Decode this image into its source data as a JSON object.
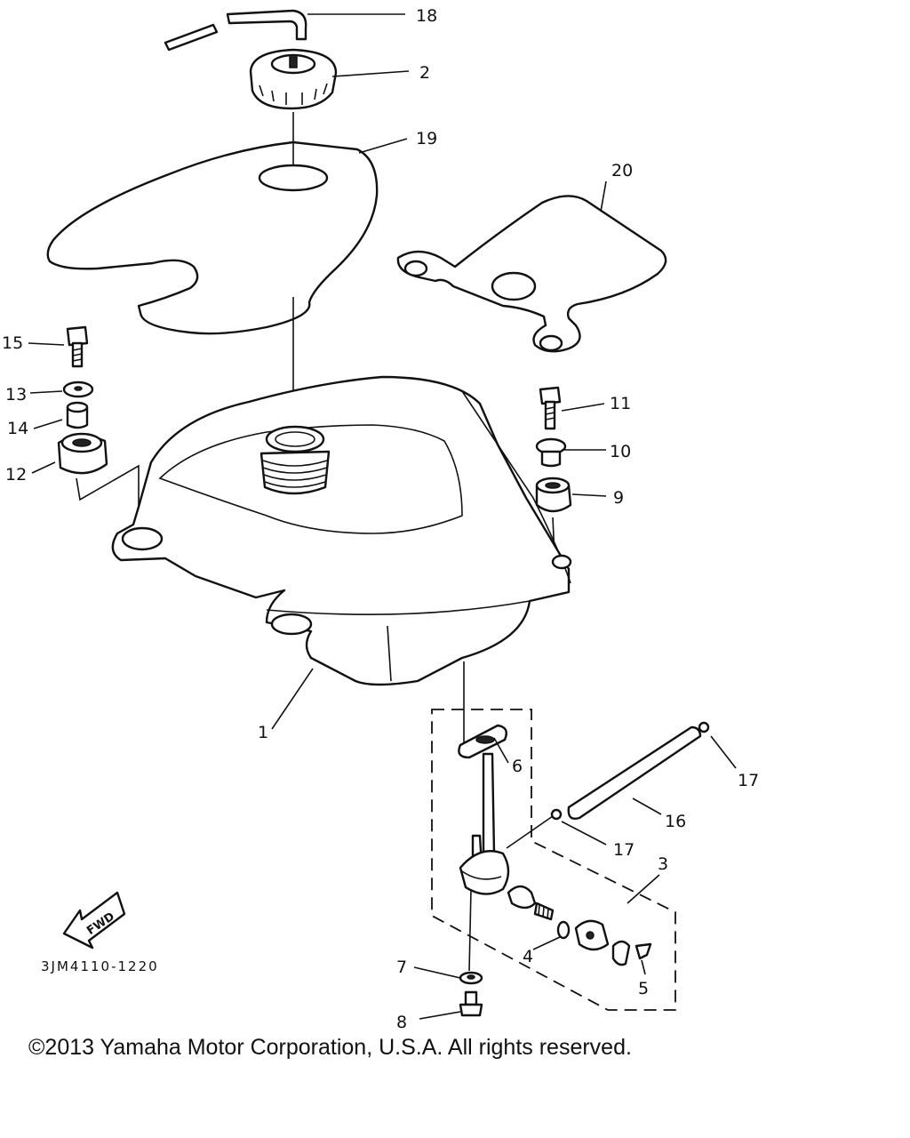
{
  "diagram": {
    "callouts": {
      "c1": "1",
      "c2": "2",
      "c3": "3",
      "c4": "4",
      "c5": "5",
      "c6": "6",
      "c7": "7",
      "c8": "8",
      "c9": "9",
      "c10": "10",
      "c11": "11",
      "c12": "12",
      "c13": "13",
      "c14": "14",
      "c15": "15",
      "c16": "16",
      "c17a": "17",
      "c17b": "17",
      "c18": "18",
      "c19": "19",
      "c20": "20"
    },
    "fwd_label": "FWD",
    "drawing_code": "3JM4110-1220"
  },
  "footer": {
    "copyright": "©2013 Yamaha Motor Corporation, U.S.A. All rights reserved."
  }
}
